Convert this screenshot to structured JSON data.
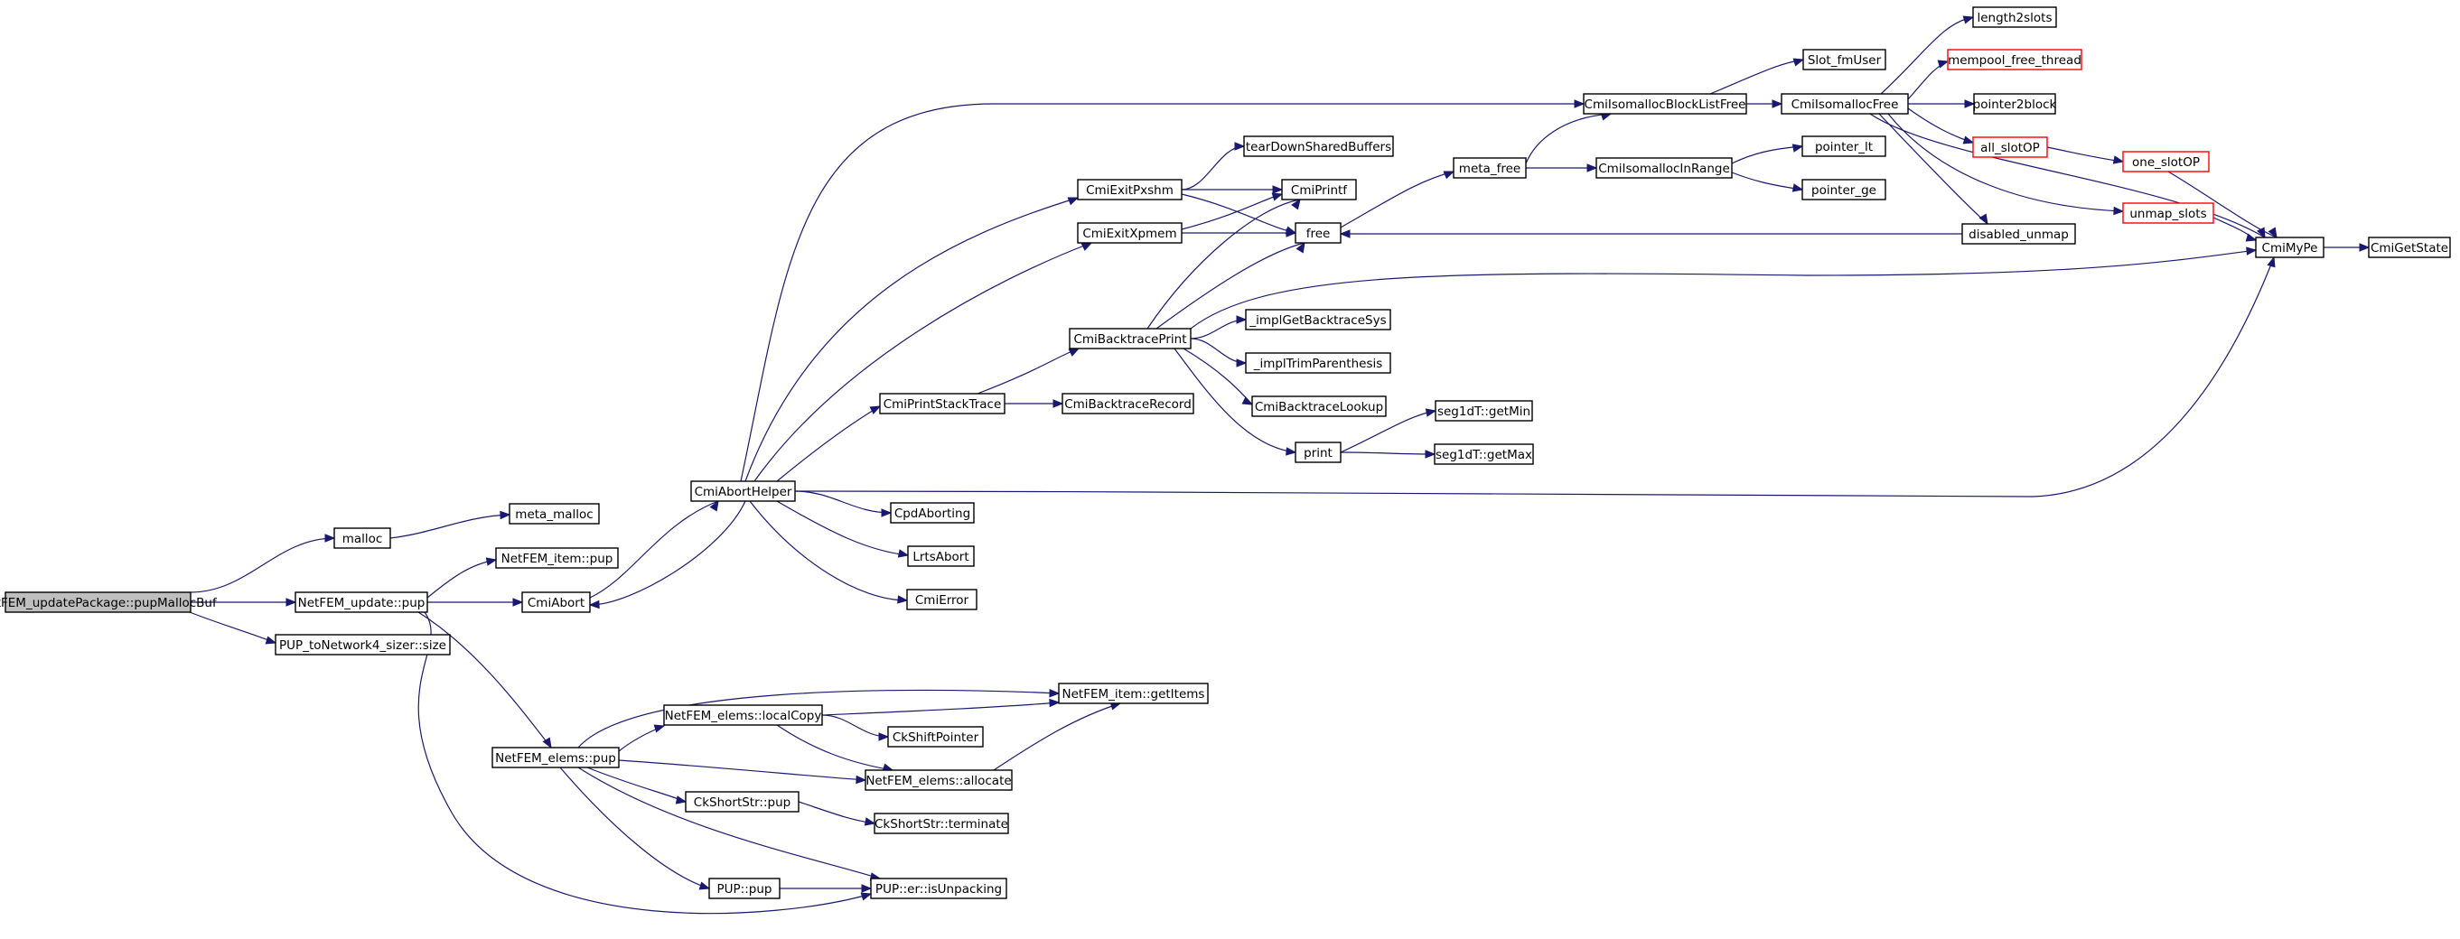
{
  "graph": {
    "edge_color": "#191970",
    "root_fill": "#bfbfbf",
    "truncated_border_color": "#ff0000",
    "nodes": [
      {
        "id": "root",
        "label": "NetFEM_updatePackage::pupMallocBuf",
        "style": "root"
      },
      {
        "id": "malloc",
        "label": "malloc"
      },
      {
        "id": "meta_malloc",
        "label": "meta_malloc"
      },
      {
        "id": "netfem_update_pup",
        "label": "NetFEM_update::pup"
      },
      {
        "id": "netfem_item_pup",
        "label": "NetFEM_item::pup"
      },
      {
        "id": "pup_tonetwork4",
        "label": "PUP_toNetwork4_sizer::size"
      },
      {
        "id": "cmiabort",
        "label": "CmiAbort"
      },
      {
        "id": "cmiaborthelper",
        "label": "CmiAbortHelper"
      },
      {
        "id": "cpdaborting",
        "label": "CpdAborting"
      },
      {
        "id": "lrtsabort",
        "label": "LrtsAbort"
      },
      {
        "id": "cmierror",
        "label": "CmiError"
      },
      {
        "id": "cmiprintstacktrace",
        "label": "CmiPrintStackTrace"
      },
      {
        "id": "cmibacktracerecord",
        "label": "CmiBacktraceRecord"
      },
      {
        "id": "cmibacktraceprint",
        "label": "CmiBacktracePrint"
      },
      {
        "id": "impl_getbacktracesys",
        "label": "_implGetBacktraceSys"
      },
      {
        "id": "impl_trimparenthesis",
        "label": "_implTrimParenthesis"
      },
      {
        "id": "cmibacktracelookup",
        "label": "CmiBacktraceLookup"
      },
      {
        "id": "print",
        "label": "print"
      },
      {
        "id": "seg1dt_getmin",
        "label": "seg1dT::getMin"
      },
      {
        "id": "seg1dt_getmax",
        "label": "seg1dT::getMax"
      },
      {
        "id": "cmiexitpxshm",
        "label": "CmiExitPxshm"
      },
      {
        "id": "cmiexitxpmem",
        "label": "CmiExitXpmem"
      },
      {
        "id": "teardown",
        "label": "tearDownSharedBuffers"
      },
      {
        "id": "cmiprintf",
        "label": "CmiPrintf"
      },
      {
        "id": "free",
        "label": "free"
      },
      {
        "id": "meta_free",
        "label": "meta_free"
      },
      {
        "id": "cmiisomallocinrange",
        "label": "CmiIsomallocInRange"
      },
      {
        "id": "pointer_lt",
        "label": "pointer_lt"
      },
      {
        "id": "pointer_ge",
        "label": "pointer_ge"
      },
      {
        "id": "blocklistfree",
        "label": "CmiIsomallocBlockListFree"
      },
      {
        "id": "slot_fmuser",
        "label": "Slot_fmUser"
      },
      {
        "id": "cmiisomallocfree",
        "label": "CmiIsomallocFree"
      },
      {
        "id": "length2slots",
        "label": "length2slots"
      },
      {
        "id": "mempool_free_thread",
        "label": "mempool_free_thread",
        "style": "red"
      },
      {
        "id": "pointer2block",
        "label": "pointer2block"
      },
      {
        "id": "all_slotop",
        "label": "all_slotOP",
        "style": "red"
      },
      {
        "id": "one_slotop",
        "label": "one_slotOP",
        "style": "red"
      },
      {
        "id": "unmap_slots",
        "label": "unmap_slots",
        "style": "red"
      },
      {
        "id": "disabled_unmap",
        "label": "disabled_unmap"
      },
      {
        "id": "cmimype",
        "label": "CmiMyPe"
      },
      {
        "id": "cmigetstate",
        "label": "CmiGetState"
      },
      {
        "id": "netfem_elems_pup",
        "label": "NetFEM_elems::pup"
      },
      {
        "id": "localcopy",
        "label": "NetFEM_elems::localCopy"
      },
      {
        "id": "getitems",
        "label": "NetFEM_item::getItems"
      },
      {
        "id": "ckshiftpointer",
        "label": "CkShiftPointer"
      },
      {
        "id": "allocate",
        "label": "NetFEM_elems::allocate"
      },
      {
        "id": "ckshortstr_pup",
        "label": "CkShortStr::pup"
      },
      {
        "id": "ckshortstr_terminate",
        "label": "CkShortStr::terminate"
      },
      {
        "id": "pup_pup",
        "label": "PUP::pup"
      },
      {
        "id": "isunpacking",
        "label": "PUP::er::isUnpacking"
      }
    ]
  }
}
